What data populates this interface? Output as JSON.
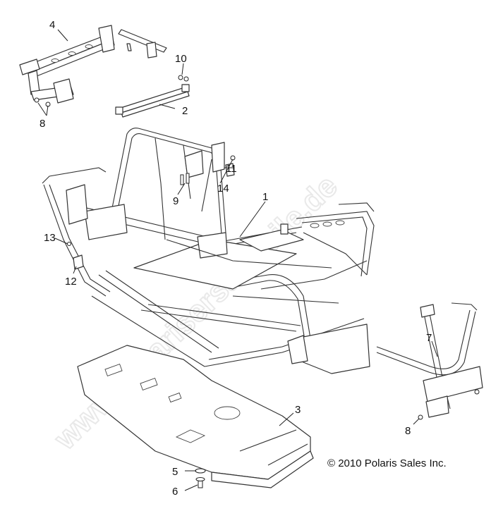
{
  "copyright": "© 2010 Polaris Sales Inc.",
  "watermark": "www.polarisersatzteile.de",
  "callouts": [
    {
      "id": "c1",
      "text": "1"
    },
    {
      "id": "c2",
      "text": "2"
    },
    {
      "id": "c3",
      "text": "3"
    },
    {
      "id": "c4",
      "text": "4"
    },
    {
      "id": "c5",
      "text": "5"
    },
    {
      "id": "c6",
      "text": "6"
    },
    {
      "id": "c7",
      "text": "7"
    },
    {
      "id": "c8a",
      "text": "8"
    },
    {
      "id": "c8b",
      "text": "8"
    },
    {
      "id": "c9",
      "text": "9"
    },
    {
      "id": "c10",
      "text": "10"
    },
    {
      "id": "c11",
      "text": "11"
    },
    {
      "id": "c12",
      "text": "12"
    },
    {
      "id": "c13",
      "text": "13"
    },
    {
      "id": "c14",
      "text": "14"
    }
  ],
  "colors": {
    "line": "#222222",
    "background": "#ffffff",
    "watermark": "#e9e9e9"
  }
}
